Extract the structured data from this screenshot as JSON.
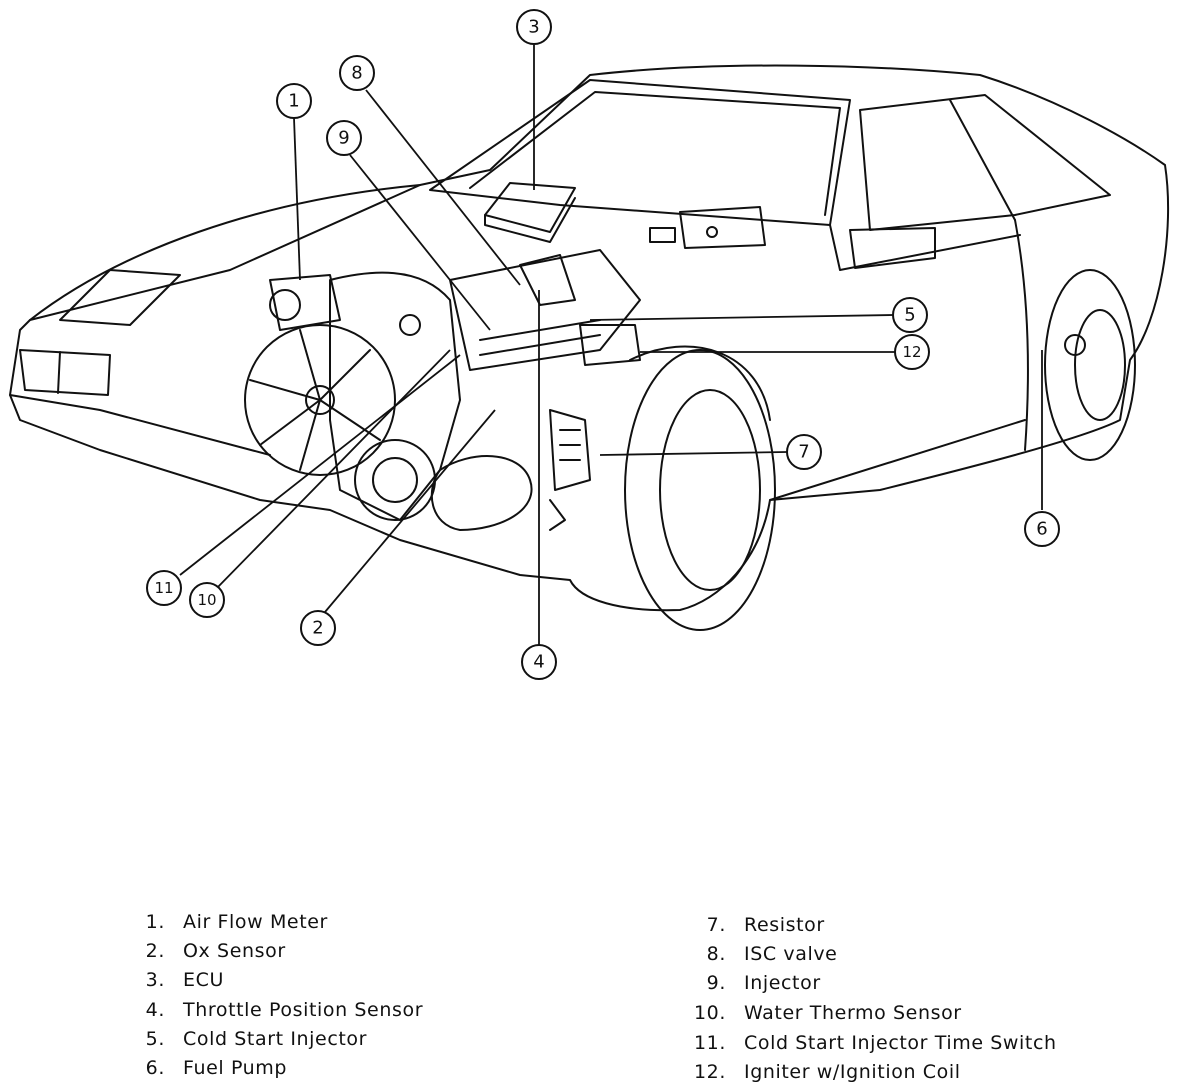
{
  "callouts": {
    "c1": "1",
    "c2": "2",
    "c3": "3",
    "c4": "4",
    "c5": "5",
    "c6": "6",
    "c7": "7",
    "c8": "8",
    "c9": "9",
    "c10": "10",
    "c11": "11",
    "c12": "12"
  },
  "legend": {
    "items": [
      {
        "num": "1.",
        "label": "Air Flow Meter"
      },
      {
        "num": "2.",
        "label": "Ox Sensor"
      },
      {
        "num": "3.",
        "label": "ECU"
      },
      {
        "num": "4.",
        "label": "Throttle Position Sensor"
      },
      {
        "num": "5.",
        "label": "Cold Start Injector"
      },
      {
        "num": "6.",
        "label": "Fuel Pump"
      },
      {
        "num": "7.",
        "label": "Resistor"
      },
      {
        "num": "8.",
        "label": "ISC valve"
      },
      {
        "num": "9.",
        "label": "Injector"
      },
      {
        "num": "10.",
        "label": "Water Thermo Sensor"
      },
      {
        "num": "11.",
        "label": "Cold Start Injector Time Switch"
      },
      {
        "num": "12.",
        "label": "Igniter w/Ignition Coil"
      }
    ]
  }
}
